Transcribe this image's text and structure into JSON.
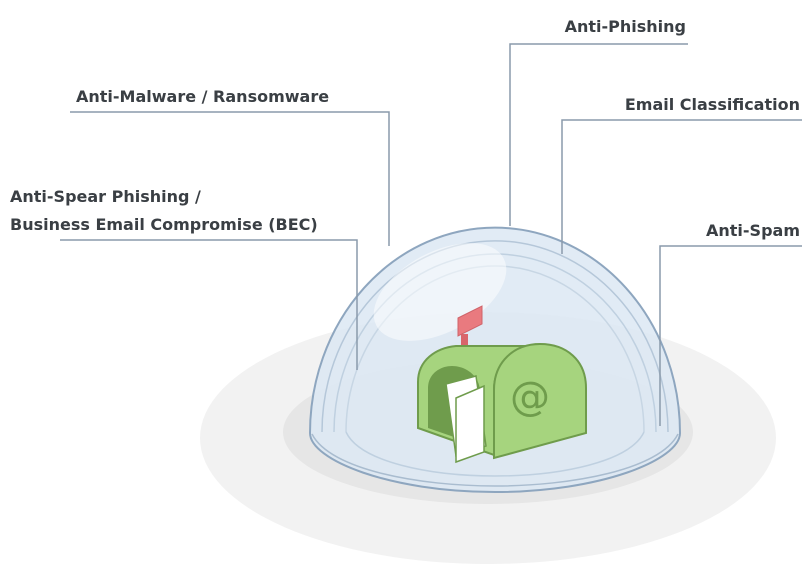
{
  "labels": {
    "anti_phishing": "Anti-Phishing",
    "anti_malware": "Anti-Malware / Ransomware",
    "email_classification": "Email Classification",
    "anti_spear_line1": "Anti-Spear Phishing /",
    "anti_spear_line2": "Business Email Compromise (BEC)",
    "anti_spam": "Anti-Spam"
  },
  "mailbox": {
    "symbol": "@"
  },
  "colors": {
    "dome_fill": "#dfeaf4",
    "dome_stroke": "#8ea6bf",
    "shadow_outer": "#f2f2f2",
    "shadow_inner": "#e4e4e4",
    "mailbox_green": "#a6d47e",
    "mailbox_dark_green": "#6f9c4c",
    "flag_red": "#e97a7f",
    "leader_line": "#8a9aab",
    "text": "#3a3f44"
  }
}
